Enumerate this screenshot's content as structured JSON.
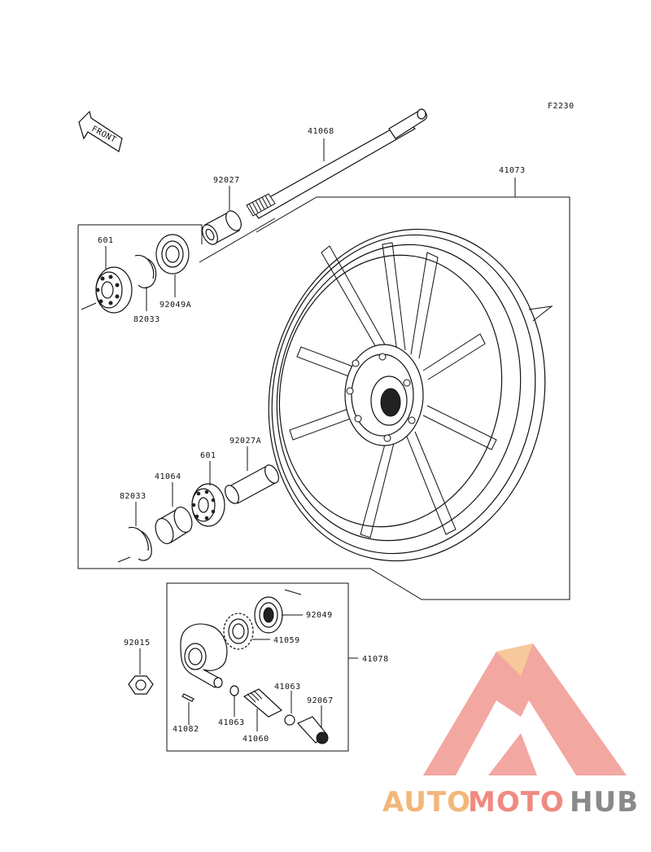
{
  "figure_code": "F2230",
  "front_label": "FRONT",
  "colors": {
    "line": "#111111",
    "watermark_orange": "#f3b67a",
    "watermark_red": "#f08a82",
    "watermark_dark": "#8a8a8a"
  },
  "callouts": {
    "axle": "41068",
    "wheel_assy": "41073",
    "collar_top": "92027",
    "bearing_left": "601",
    "circlip_left": "82033",
    "seal_left": "92049A",
    "collar_mid": "92027A",
    "bearing_right": "601",
    "coupling": "41064",
    "circlip_right": "82033",
    "seal_gear": "92049",
    "gear": "41059",
    "meter_gear_assy": "41078",
    "nut": "92015",
    "pin": "41082",
    "washer_small": "41063",
    "pinion": "41060",
    "washer_right": "41063",
    "bushing": "92067"
  },
  "watermark": {
    "brand_part1": "AUTO",
    "brand_part2": "MOTO",
    "brand_part3": "HUB"
  }
}
